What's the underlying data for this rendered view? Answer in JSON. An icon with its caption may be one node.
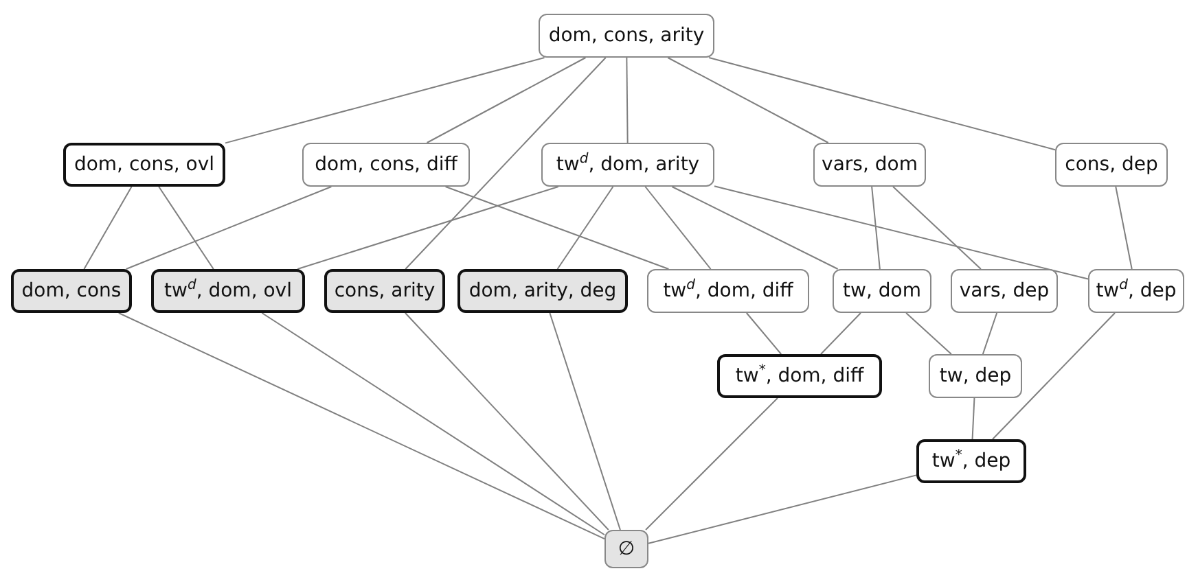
{
  "diagram": {
    "nodes": [
      {
        "text": [
          "dom, cons, arity"
        ]
      },
      {
        "text": [
          "dom, cons, ovl"
        ]
      },
      {
        "text": [
          "dom, cons, diff"
        ]
      },
      {
        "text": [
          "tw$^{d}$, dom, arity"
        ]
      },
      {
        "text": [
          "vars, dom"
        ]
      },
      {
        "text": [
          "cons, dep"
        ]
      },
      {
        "text": [
          "dom, cons"
        ]
      },
      {
        "text": [
          "tw$^{d}$, dom, ovl"
        ]
      },
      {
        "text": [
          "cons, arity"
        ]
      },
      {
        "text": [
          "dom, arity, deg"
        ]
      },
      {
        "text": [
          "tw$^{d}$, dom, diff"
        ]
      },
      {
        "text": [
          "tw, dom"
        ]
      },
      {
        "text": [
          "vars, dep"
        ]
      },
      {
        "text": [
          "tw$^{d}$, dep"
        ]
      },
      {
        "text": [
          "tw$^{*}$, dom, diff"
        ]
      },
      {
        "text": [
          "tw, dep"
        ]
      },
      {
        "text": [
          "tw$^{*}$, dep"
        ]
      },
      {
        "text": [
          "∅"
        ]
      }
    ],
    "edges": [
      {
        "from": 0,
        "to": 1,
        "arrow": "none"
      },
      {
        "from": 0,
        "to": 2,
        "arrow": "none"
      },
      {
        "from": 0,
        "to": 8,
        "arrow": "none"
      },
      {
        "from": 0,
        "to": 3,
        "arrow": "none"
      },
      {
        "from": 0,
        "to": 4,
        "arrow": "none"
      },
      {
        "from": 0,
        "to": 5,
        "arrow": "none"
      },
      {
        "from": 1,
        "to": 6,
        "arrow": "none"
      },
      {
        "from": 1,
        "to": 7,
        "arrow": "none"
      },
      {
        "from": 2,
        "to": 6,
        "arrow": "none"
      },
      {
        "from": 2,
        "to": 10,
        "arrow": "none"
      },
      {
        "from": 3,
        "to": 7,
        "arrow": "none"
      },
      {
        "from": 3,
        "to": 9,
        "arrow": "none"
      },
      {
        "from": 3,
        "to": 10,
        "arrow": "none"
      },
      {
        "from": 3,
        "to": 11,
        "arrow": "none"
      },
      {
        "from": 3,
        "to": 13,
        "arrow": "none"
      },
      {
        "from": 4,
        "to": 11,
        "arrow": "none"
      },
      {
        "from": 4,
        "to": 12,
        "arrow": "none"
      },
      {
        "from": 5,
        "to": 13,
        "arrow": "none"
      },
      {
        "from": 10,
        "to": 14,
        "arrow": "none"
      },
      {
        "from": 11,
        "to": 14,
        "arrow": "none"
      },
      {
        "from": 11,
        "to": 15,
        "arrow": "none"
      },
      {
        "from": 12,
        "to": 15,
        "arrow": "none"
      },
      {
        "from": 15,
        "to": 16,
        "arrow": "none"
      },
      {
        "from": 13,
        "to": 16,
        "arrow": "none"
      },
      {
        "from": 6,
        "to": 17,
        "arrow": "none"
      },
      {
        "from": 7,
        "to": 17,
        "arrow": "none"
      },
      {
        "from": 8,
        "to": 17,
        "arrow": "none"
      },
      {
        "from": 9,
        "to": 17,
        "arrow": "none"
      },
      {
        "from": 14,
        "to": 17,
        "arrow": "none"
      },
      {
        "from": 16,
        "to": 17,
        "arrow": "none"
      }
    ]
  }
}
